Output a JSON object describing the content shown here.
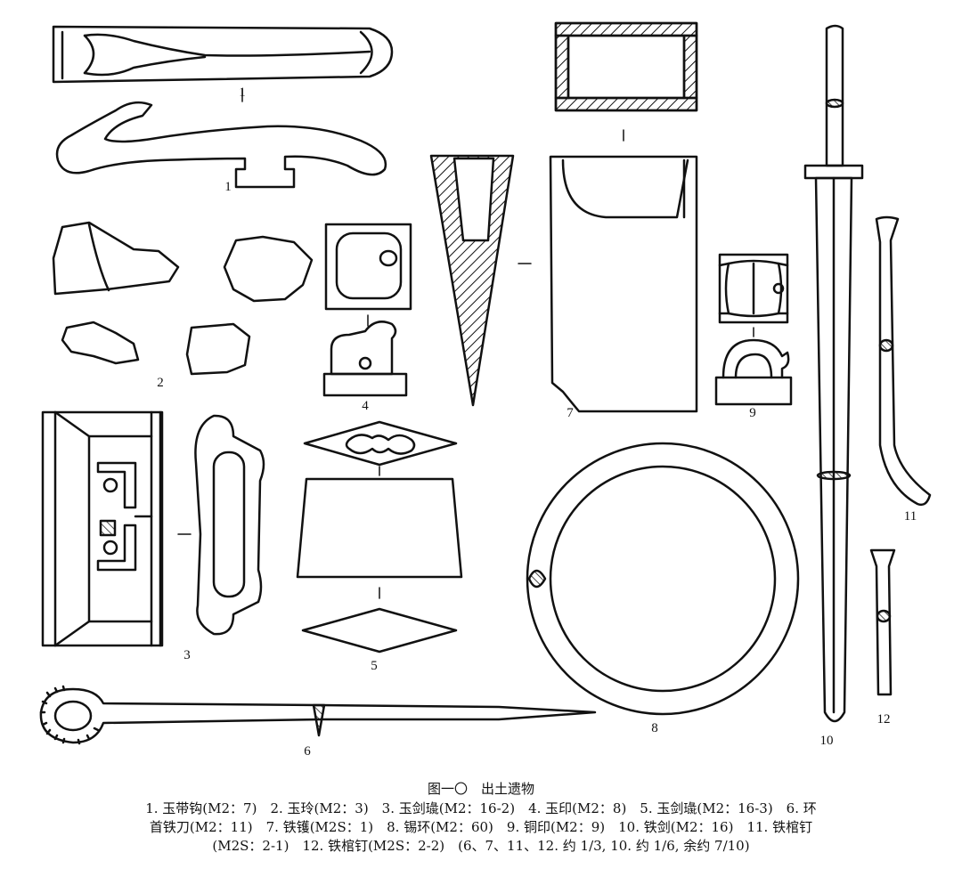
{
  "figure": {
    "item_labels": {
      "n1a": "1",
      "n1b": "1",
      "n2": "2",
      "n3": "3",
      "n4": "4",
      "n5": "5",
      "n6": "6",
      "n7": "7",
      "n8": "8",
      "n9": "9",
      "n10": "10",
      "n11": "11",
      "n12": "12"
    },
    "caption_title": "图一〇　出土遗物",
    "caption_lines": [
      "1. 玉带钩(M2：7)　2. 玉玲(M2：3)　3. 玉剑璏(M2：16-2)　4. 玉印(M2：8)　5. 玉剑璏(M2：16-3)　6. 环",
      "首铁刀(M2：11)　7. 铁镬(M2S：1)　8. 锡环(M2：60)　9. 铜印(M2：9)　10. 铁剑(M2：16)　11. 铁棺钉",
      "(M2S：2-1)　12. 铁棺钉(M2S：2-2)　(6、7、11、12. 约 1/3, 10. 约 1/6, 余约 7/10)"
    ]
  }
}
